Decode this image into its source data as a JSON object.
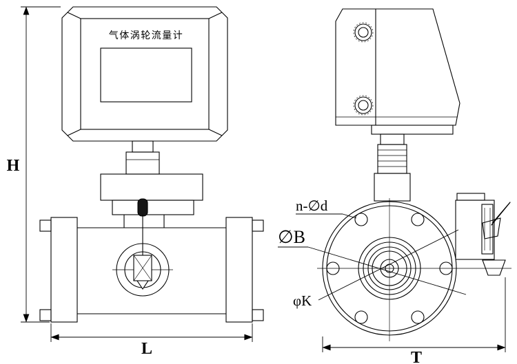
{
  "drawing": {
    "display_label": "气体涡轮流量计",
    "dimensions": {
      "height": "H",
      "length": "L",
      "width": "T"
    },
    "callouts": {
      "bolt_holes": "n-∅d",
      "body_diameter": "∅B",
      "bolt_circle_diameter": "φK"
    }
  },
  "colors": {
    "line": "#000000",
    "background": "#ffffff"
  }
}
